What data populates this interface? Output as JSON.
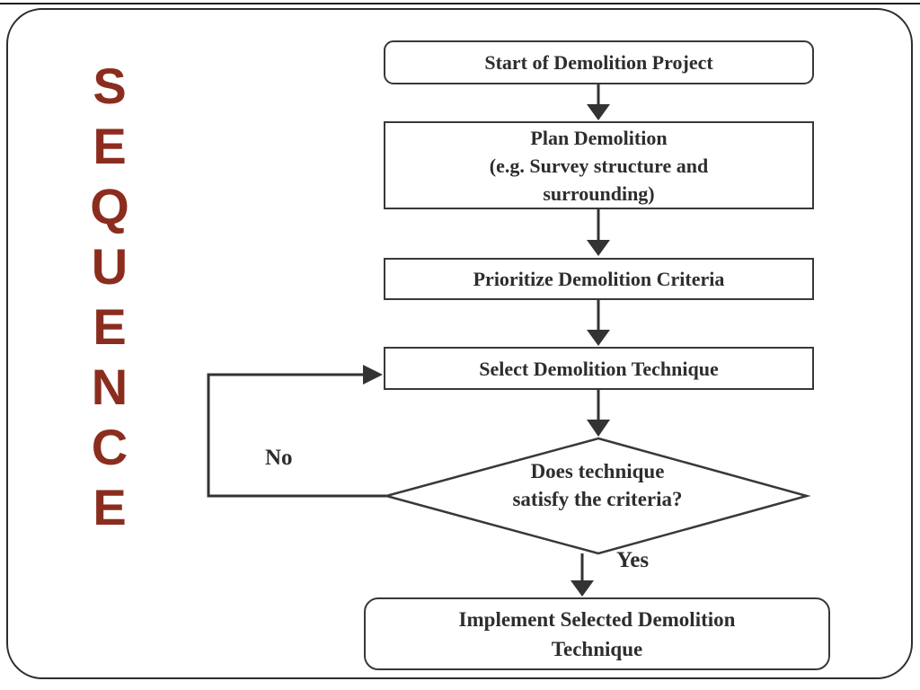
{
  "slide": {
    "vertical_title": {
      "word": "SEQUENCE",
      "letters": [
        "S",
        "E",
        "Q",
        "U",
        "E",
        "N",
        "C",
        "E"
      ],
      "color": "#8B2D1E"
    },
    "flowchart": {
      "nodes": {
        "start": "Start of Demolition Project",
        "plan": [
          "Plan Demolition",
          "(e.g. Survey structure and",
          "surrounding)"
        ],
        "prioritize": "Prioritize Demolition Criteria",
        "select": "Select Demolition Technique",
        "decision": [
          "Does technique",
          "satisfy the criteria?"
        ],
        "implement": [
          "Implement Selected Demolition",
          "Technique"
        ]
      },
      "edge_labels": {
        "no": "No",
        "yes": "Yes"
      },
      "stroke_color": "#333333",
      "box_fill": "#ffffff"
    }
  }
}
